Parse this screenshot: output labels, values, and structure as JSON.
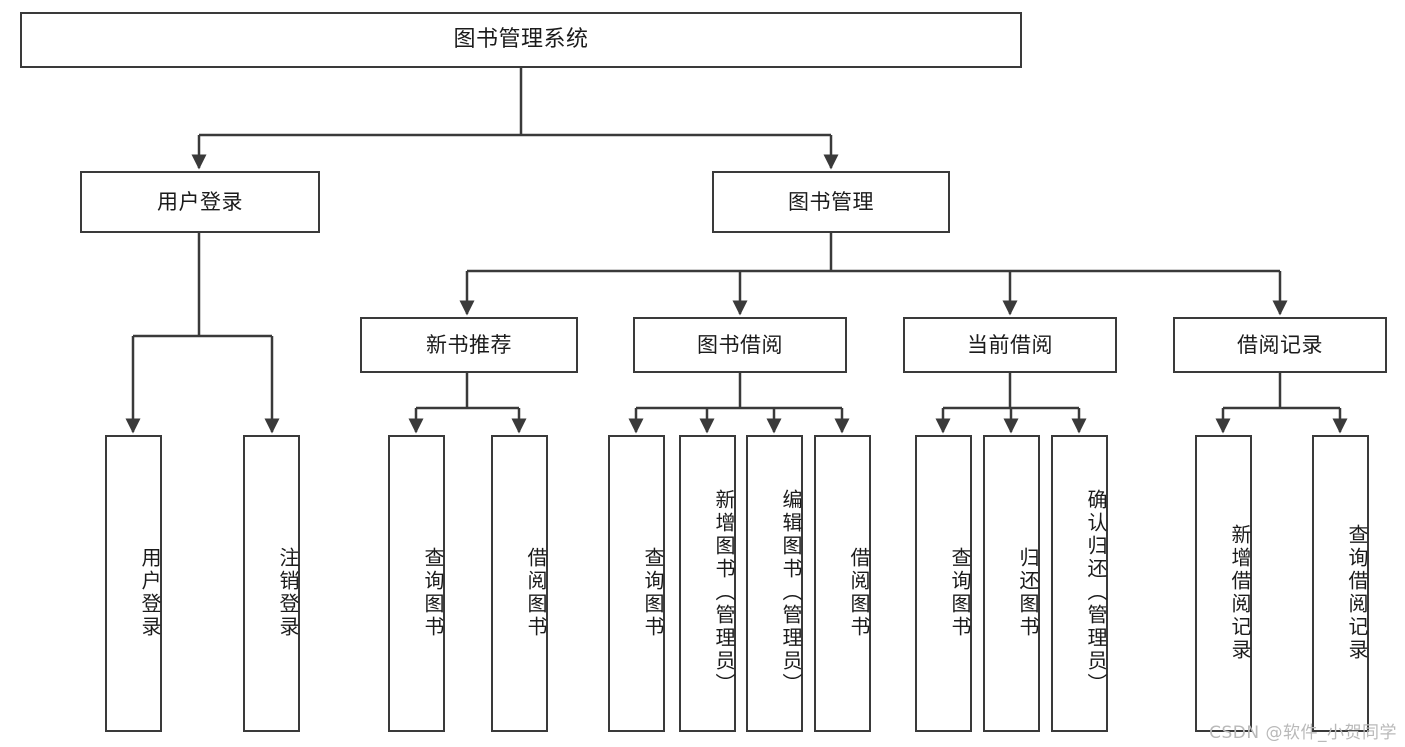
{
  "diagram": {
    "title": "图书管理系统",
    "watermark": "CSDN @软件_小贺同学",
    "colors": {
      "box_border": "#3a3a3a",
      "box_fill": "#ffffff",
      "connector": "#3a3a3a",
      "text": "#1b1b1b",
      "watermark": "#b9b9b9"
    },
    "nodes": {
      "root": {
        "label": "图书管理系统"
      },
      "level2": [
        {
          "id": "user-login",
          "label": "用户登录"
        },
        {
          "id": "book-manage",
          "label": "图书管理"
        }
      ],
      "level3": [
        {
          "id": "new-book-recommend",
          "label": "新书推荐"
        },
        {
          "id": "book-borrow",
          "label": "图书借阅"
        },
        {
          "id": "current-borrow",
          "label": "当前借阅"
        },
        {
          "id": "borrow-record",
          "label": "借阅记录"
        }
      ],
      "leaves": {
        "user-login": [
          {
            "id": "leaf-user-login",
            "label": "用户登录"
          },
          {
            "id": "leaf-user-logout",
            "label": "注销登录"
          }
        ],
        "new-book-recommend": [
          {
            "id": "leaf-query-book-1",
            "label": "查询图书"
          },
          {
            "id": "leaf-borrow-book-1",
            "label": "借阅图书"
          }
        ],
        "book-borrow": [
          {
            "id": "leaf-query-book-2",
            "label": "查询图书"
          },
          {
            "id": "leaf-add-book",
            "label": "新增图书（管理员）"
          },
          {
            "id": "leaf-edit-book",
            "label": "编辑图书（管理员）"
          },
          {
            "id": "leaf-borrow-book-2",
            "label": "借阅图书"
          }
        ],
        "current-borrow": [
          {
            "id": "leaf-query-book-3",
            "label": "查询图书"
          },
          {
            "id": "leaf-return-book",
            "label": "归还图书"
          },
          {
            "id": "leaf-confirm-return",
            "label": "确认归还（管理员）"
          }
        ],
        "borrow-record": [
          {
            "id": "leaf-add-record",
            "label": "新增借阅记录"
          },
          {
            "id": "leaf-query-record",
            "label": "查询借阅记录"
          }
        ]
      }
    }
  }
}
